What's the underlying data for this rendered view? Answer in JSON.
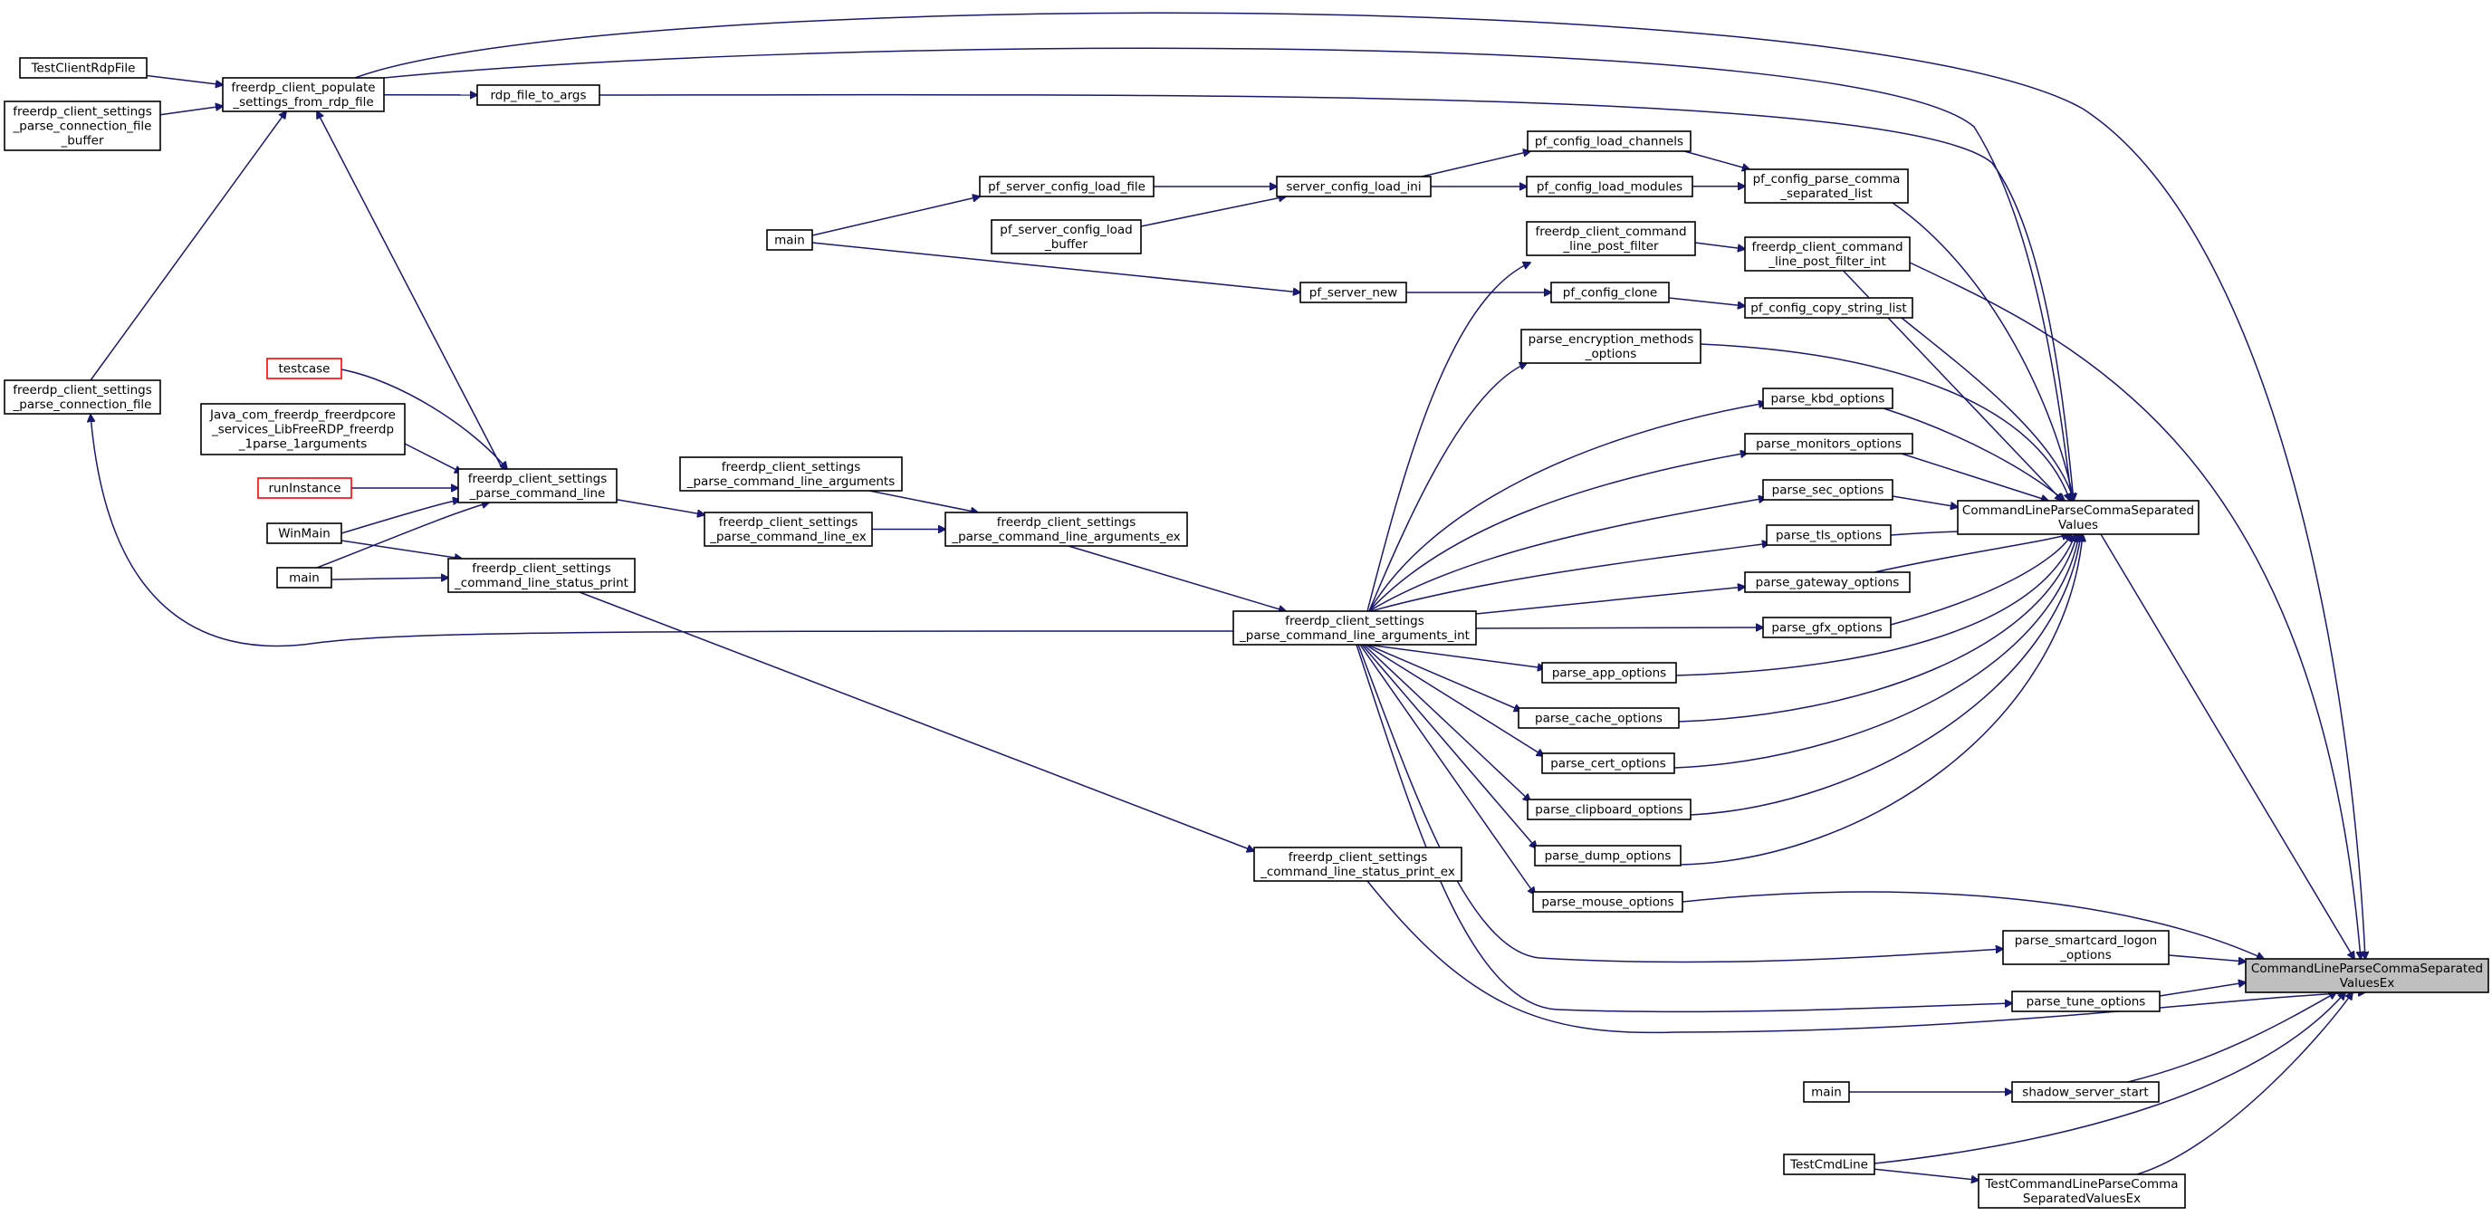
{
  "colors": {
    "edge": "#191970",
    "node_border": "#000000",
    "node_fill": "#ffffff",
    "node_highlight": "#bfbfbf",
    "node_red_border": "#ff0000"
  },
  "nodes": [
    {
      "id": "root",
      "lines": [
        "CommandLineParseCommaSeparated",
        "ValuesEx"
      ],
      "style": "highlight"
    },
    {
      "id": "clpcsv",
      "lines": [
        "CommandLineParseCommaSeparated",
        "Values"
      ]
    },
    {
      "id": "tcrf",
      "lines": [
        "TestClientRdpFile"
      ]
    },
    {
      "id": "fcpcfb",
      "lines": [
        "freerdp_client_settings",
        "_parse_connection_file",
        "_buffer"
      ]
    },
    {
      "id": "fcpsfrf",
      "lines": [
        "freerdp_client_populate",
        "_settings_from_rdp_file"
      ]
    },
    {
      "id": "rfta",
      "lines": [
        "rdp_file_to_args"
      ]
    },
    {
      "id": "fcpcf",
      "lines": [
        "freerdp_client_settings",
        "_parse_connection_file"
      ]
    },
    {
      "id": "testcase",
      "lines": [
        "testcase"
      ],
      "style": "red"
    },
    {
      "id": "java",
      "lines": [
        "Java_com_freerdp_freerdpcore",
        "_services_LibFreeRDP_freerdp",
        "_1parse_1arguments"
      ]
    },
    {
      "id": "runinstance",
      "lines": [
        "runInstance"
      ],
      "style": "red"
    },
    {
      "id": "winmain",
      "lines": [
        "WinMain"
      ]
    },
    {
      "id": "main1",
      "lines": [
        "main"
      ]
    },
    {
      "id": "fcspcl",
      "lines": [
        "freerdp_client_settings",
        "_parse_command_line"
      ]
    },
    {
      "id": "fccsp",
      "lines": [
        "freerdp_client_settings",
        "_command_line_status_print"
      ]
    },
    {
      "id": "fcspcla",
      "lines": [
        "freerdp_client_settings",
        "_parse_command_line_arguments"
      ]
    },
    {
      "id": "fcspclex",
      "lines": [
        "freerdp_client_settings",
        "_parse_command_line_ex"
      ]
    },
    {
      "id": "fcspclaex",
      "lines": [
        "freerdp_client_settings",
        "_parse_command_line_arguments_ex"
      ]
    },
    {
      "id": "fcspclaint",
      "lines": [
        "freerdp_client_settings",
        "_parse_command_line_arguments_int"
      ]
    },
    {
      "id": "fccspex",
      "lines": [
        "freerdp_client_settings",
        "_command_line_status_print_ex"
      ]
    },
    {
      "id": "main2",
      "lines": [
        "main"
      ]
    },
    {
      "id": "pscf",
      "lines": [
        "pf_server_config_load_file"
      ]
    },
    {
      "id": "pscb",
      "lines": [
        "pf_server_config_load",
        "_buffer"
      ]
    },
    {
      "id": "scli",
      "lines": [
        "server_config_load_ini"
      ]
    },
    {
      "id": "pfsn",
      "lines": [
        "pf_server_new"
      ]
    },
    {
      "id": "pclch",
      "lines": [
        "pf_config_load_channels"
      ]
    },
    {
      "id": "pclm",
      "lines": [
        "pf_config_load_modules"
      ]
    },
    {
      "id": "fcclpf",
      "lines": [
        "freerdp_client_command",
        "_line_post_filter"
      ]
    },
    {
      "id": "pcc",
      "lines": [
        "pf_config_clone"
      ]
    },
    {
      "id": "peo",
      "lines": [
        "parse_encryption_methods",
        "_options"
      ]
    },
    {
      "id": "pcpcsl",
      "lines": [
        "pf_config_parse_comma",
        "_separated_list"
      ]
    },
    {
      "id": "fcclpfi",
      "lines": [
        "freerdp_client_command",
        "_line_post_filter_int"
      ]
    },
    {
      "id": "pccsl",
      "lines": [
        "pf_config_copy_string_list"
      ]
    },
    {
      "id": "pkbd",
      "lines": [
        "parse_kbd_options"
      ]
    },
    {
      "id": "pmon",
      "lines": [
        "parse_monitors_options"
      ]
    },
    {
      "id": "psec",
      "lines": [
        "parse_sec_options"
      ]
    },
    {
      "id": "ptls",
      "lines": [
        "parse_tls_options"
      ]
    },
    {
      "id": "pgw",
      "lines": [
        "parse_gateway_options"
      ]
    },
    {
      "id": "pgfx",
      "lines": [
        "parse_gfx_options"
      ]
    },
    {
      "id": "papp",
      "lines": [
        "parse_app_options"
      ]
    },
    {
      "id": "pcache",
      "lines": [
        "parse_cache_options"
      ]
    },
    {
      "id": "pcert",
      "lines": [
        "parse_cert_options"
      ]
    },
    {
      "id": "pclip",
      "lines": [
        "parse_clipboard_options"
      ]
    },
    {
      "id": "pdump",
      "lines": [
        "parse_dump_options"
      ]
    },
    {
      "id": "pmouse",
      "lines": [
        "parse_mouse_options"
      ]
    },
    {
      "id": "psmart",
      "lines": [
        "parse_smartcard_logon",
        "_options"
      ]
    },
    {
      "id": "ptune",
      "lines": [
        "parse_tune_options"
      ]
    },
    {
      "id": "main3",
      "lines": [
        "main"
      ]
    },
    {
      "id": "sss",
      "lines": [
        "shadow_server_start"
      ]
    },
    {
      "id": "tcl",
      "lines": [
        "TestCmdLine"
      ]
    },
    {
      "id": "tclpcsv",
      "lines": [
        "TestCommandLineParseComma",
        "SeparatedValuesEx"
      ]
    }
  ],
  "edges": [
    {
      "from": "tcrf",
      "to": "fcpsfrf"
    },
    {
      "from": "fcpcfb",
      "to": "fcpsfrf"
    },
    {
      "from": "fcpcf",
      "to": "fcpsfrf"
    },
    {
      "from": "fcpsfrf",
      "to": "rfta"
    },
    {
      "from": "fcpsfrf",
      "to": "root"
    },
    {
      "from": "fcpsfrf",
      "to": "clpcsv"
    },
    {
      "from": "fcspcl",
      "to": "fcpsfrf"
    },
    {
      "from": "rfta",
      "to": "clpcsv"
    },
    {
      "from": "testcase",
      "to": "fcspcl"
    },
    {
      "from": "java",
      "to": "fcspcl"
    },
    {
      "from": "runinstance",
      "to": "fcspcl"
    },
    {
      "from": "winmain",
      "to": "fcspcl"
    },
    {
      "from": "main1",
      "to": "fcspcl"
    },
    {
      "from": "winmain",
      "to": "fccsp"
    },
    {
      "from": "main1",
      "to": "fccsp"
    },
    {
      "from": "fcspcl",
      "to": "fcspclex"
    },
    {
      "from": "fcspclex",
      "to": "fcspclaex"
    },
    {
      "from": "fcspcla",
      "to": "fcspclaex"
    },
    {
      "from": "fcspclaex",
      "to": "fcspclaint"
    },
    {
      "from": "fcspclaint",
      "to": "fcpcf"
    },
    {
      "from": "fccsp",
      "to": "fccspex"
    },
    {
      "from": "fccspex",
      "to": "root"
    },
    {
      "from": "main2",
      "to": "pscf"
    },
    {
      "from": "main2",
      "to": "pfsn"
    },
    {
      "from": "pscf",
      "to": "scli"
    },
    {
      "from": "pscb",
      "to": "scli"
    },
    {
      "from": "scli",
      "to": "pclch"
    },
    {
      "from": "scli",
      "to": "pclm"
    },
    {
      "from": "pfsn",
      "to": "pcc"
    },
    {
      "from": "pclch",
      "to": "pcpcsl"
    },
    {
      "from": "pclm",
      "to": "pcpcsl"
    },
    {
      "from": "pcpcsl",
      "to": "clpcsv"
    },
    {
      "from": "fcclpf",
      "to": "fcclpfi"
    },
    {
      "from": "fcclpfi",
      "to": "clpcsv"
    },
    {
      "from": "fcclpfi",
      "to": "root"
    },
    {
      "from": "pcc",
      "to": "pccsl"
    },
    {
      "from": "pccsl",
      "to": "clpcsv"
    },
    {
      "from": "peo",
      "to": "clpcsv"
    },
    {
      "from": "fcspclaint",
      "to": "fcclpf"
    },
    {
      "from": "fcspclaint",
      "to": "peo"
    },
    {
      "from": "fcspclaint",
      "to": "pkbd"
    },
    {
      "from": "fcspclaint",
      "to": "pmon"
    },
    {
      "from": "fcspclaint",
      "to": "psec"
    },
    {
      "from": "fcspclaint",
      "to": "ptls"
    },
    {
      "from": "fcspclaint",
      "to": "pgw"
    },
    {
      "from": "fcspclaint",
      "to": "pgfx"
    },
    {
      "from": "fcspclaint",
      "to": "papp"
    },
    {
      "from": "fcspclaint",
      "to": "pcache"
    },
    {
      "from": "fcspclaint",
      "to": "pcert"
    },
    {
      "from": "fcspclaint",
      "to": "pclip"
    },
    {
      "from": "fcspclaint",
      "to": "pdump"
    },
    {
      "from": "fcspclaint",
      "to": "pmouse"
    },
    {
      "from": "fcspclaint",
      "to": "psmart"
    },
    {
      "from": "fcspclaint",
      "to": "ptune"
    },
    {
      "from": "pkbd",
      "to": "clpcsv"
    },
    {
      "from": "pmon",
      "to": "clpcsv"
    },
    {
      "from": "psec",
      "to": "clpcsv"
    },
    {
      "from": "ptls",
      "to": "clpcsv"
    },
    {
      "from": "pgw",
      "to": "clpcsv"
    },
    {
      "from": "pgfx",
      "to": "clpcsv"
    },
    {
      "from": "papp",
      "to": "clpcsv"
    },
    {
      "from": "pcache",
      "to": "clpcsv"
    },
    {
      "from": "pcert",
      "to": "clpcsv"
    },
    {
      "from": "pclip",
      "to": "clpcsv"
    },
    {
      "from": "pdump",
      "to": "clpcsv"
    },
    {
      "from": "pmouse",
      "to": "root"
    },
    {
      "from": "psmart",
      "to": "root"
    },
    {
      "from": "ptune",
      "to": "root"
    },
    {
      "from": "clpcsv",
      "to": "root"
    },
    {
      "from": "main3",
      "to": "sss"
    },
    {
      "from": "sss",
      "to": "root"
    },
    {
      "from": "tcl",
      "to": "root"
    },
    {
      "from": "tcl",
      "to": "tclpcsv"
    },
    {
      "from": "tclpcsv",
      "to": "root"
    }
  ]
}
